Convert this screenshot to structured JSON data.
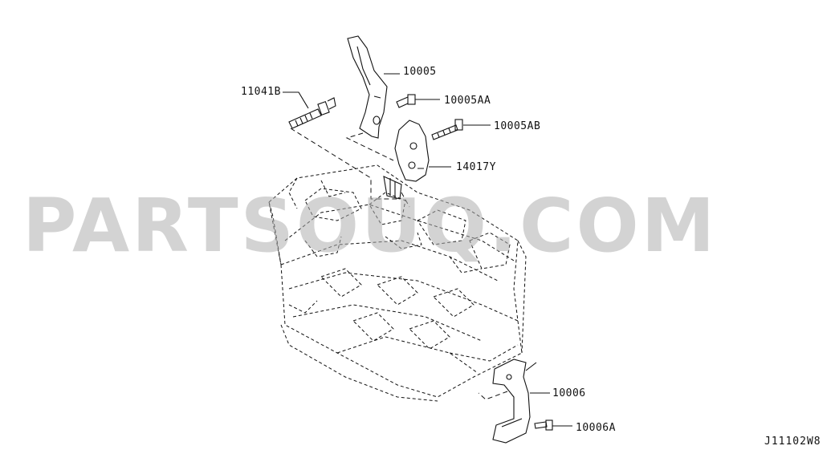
{
  "diagram": {
    "code": "J11102W8",
    "watermark": "PARTSOUQ.COM",
    "callouts": [
      {
        "id": "10005",
        "label": "10005"
      },
      {
        "id": "10005AA",
        "label": "10005AA"
      },
      {
        "id": "11041B",
        "label": "11041B"
      },
      {
        "id": "10005AB",
        "label": "10005AB"
      },
      {
        "id": "14017Y",
        "label": "14017Y"
      },
      {
        "id": "10006",
        "label": "10006"
      },
      {
        "id": "10006A",
        "label": "10006A"
      }
    ]
  },
  "colors": {
    "line": "#111111",
    "watermark": "#afafaf"
  }
}
